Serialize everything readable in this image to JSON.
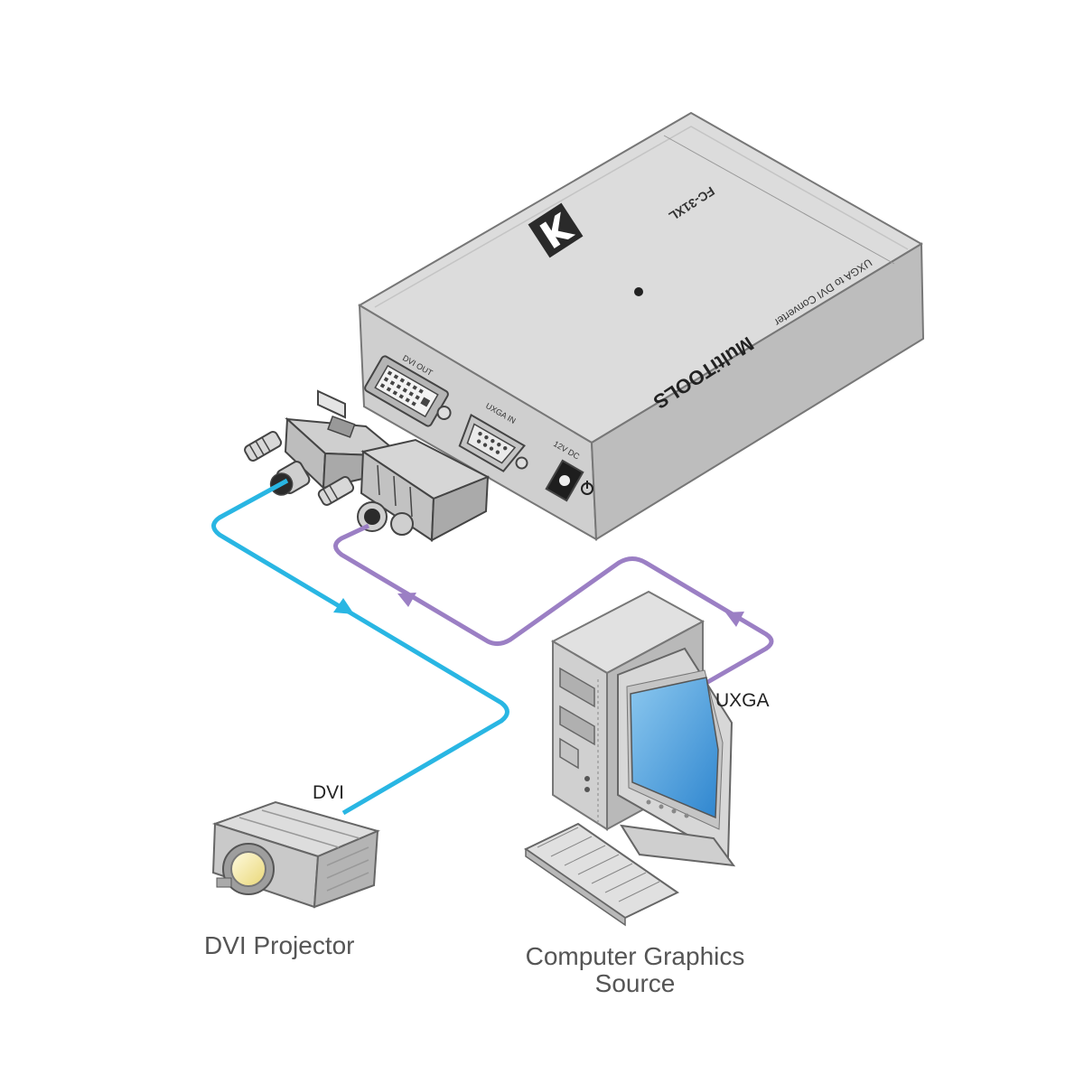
{
  "device": {
    "model": "FC-31XL",
    "description": "UXGA to DVI Converter",
    "brand": "MultiTOOLS",
    "ports": {
      "dvi_out": "DVI OUT",
      "uxga_in": "UXGA IN",
      "power": "12V DC"
    }
  },
  "labels": {
    "dvi_cable": "DVI",
    "uxga_cable": "UXGA",
    "projector": "DVI Projector",
    "source_line1": "Computer Graphics",
    "source_line2": "Source"
  },
  "colors": {
    "dvi_cable": "#29b6e3",
    "uxga_cable": "#9b7fc4",
    "device_body": "#d4d4d4",
    "screen": "#3b93d6"
  }
}
